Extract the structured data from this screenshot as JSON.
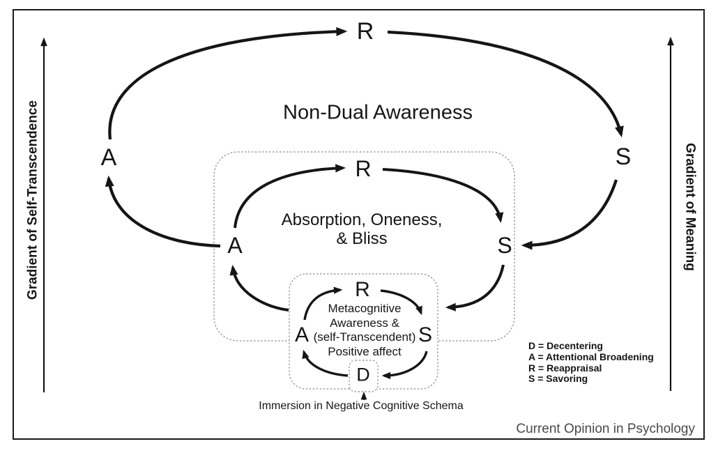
{
  "figure": {
    "journal_caption": "Current Opinion in Psychology"
  },
  "axes": {
    "left_label": "Gradient of Self-Transcendence",
    "right_label": "Gradient of Meaning"
  },
  "cycles": {
    "outer": {
      "title": "Non-Dual Awareness",
      "nodes": {
        "top": "R",
        "left": "A",
        "right": "S"
      }
    },
    "middle": {
      "title_line1": "Absorption, Oneness,",
      "title_line2": "& Bliss",
      "nodes": {
        "top": "R",
        "left": "A",
        "right": "S"
      }
    },
    "inner": {
      "title_lines": [
        "Metacognitive",
        "Awareness &",
        "(self-Transcendent)",
        "Positive affect"
      ],
      "nodes": {
        "top": "R",
        "left": "A",
        "right": "S",
        "bottom": "D"
      }
    }
  },
  "annotations": {
    "schema_label": "Immersion in Negative Cognitive Schema"
  },
  "legend": {
    "items": [
      "D = Decentering",
      "A = Attentional Broadening",
      "R = Reappraisal",
      "S = Savoring"
    ]
  },
  "colors": {
    "ink": "#151515",
    "dashed_box": "#8a8a8a",
    "journal_text": "#4a4a4a",
    "background": "#ffffff"
  }
}
